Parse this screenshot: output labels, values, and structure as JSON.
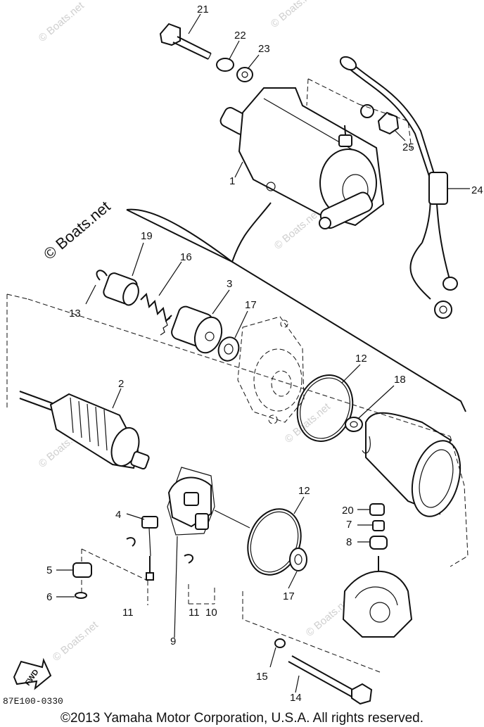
{
  "watermark": "© Boats.net",
  "watermark_color": "#cfcfcf",
  "diagram_code": "87E100-0330",
  "fwd_label": "FWD",
  "copyright": "©2013 Yamaha Motor Corporation, U.S.A. All rights reserved.",
  "callouts": {
    "c1": "1",
    "c2": "2",
    "c3": "3",
    "c4": "4",
    "c5": "5",
    "c6": "6",
    "c7": "7",
    "c8": "8",
    "c9": "9",
    "c10": "10",
    "c11a": "11",
    "c11b": "11",
    "c12a": "12",
    "c12b": "12",
    "c13": "13",
    "c14": "14",
    "c15": "15",
    "c16": "16",
    "c17a": "17",
    "c17b": "17",
    "c18": "18",
    "c19": "19",
    "c20": "20",
    "c21": "21",
    "c22": "22",
    "c23": "23",
    "c24": "24",
    "c25": "25"
  }
}
